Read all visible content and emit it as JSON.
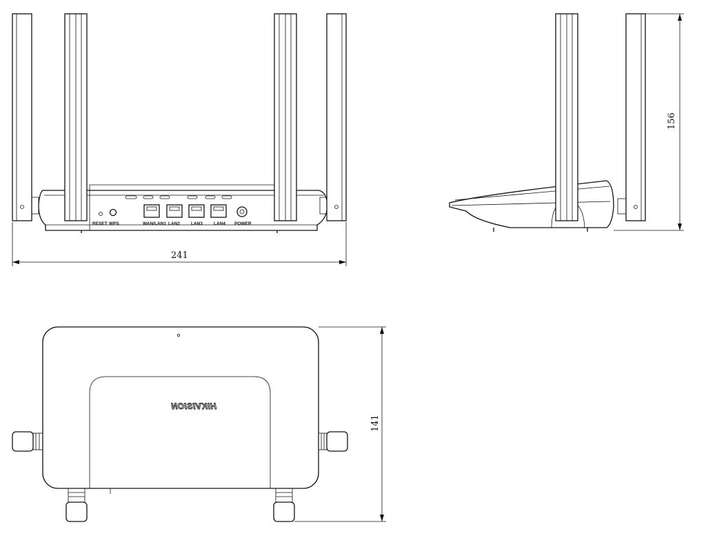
{
  "dimensions": {
    "width": "241",
    "height": "156",
    "depth": "141"
  },
  "port_labels": {
    "reset": "RESET",
    "wps": "WPS",
    "wan_lan1": "WAN/LAN1",
    "lan2": "LAN2",
    "lan3": "LAN3",
    "lan4": "LAN4",
    "power": "POWER"
  },
  "brand": "HIKVISION",
  "views": [
    "front",
    "side",
    "top"
  ]
}
